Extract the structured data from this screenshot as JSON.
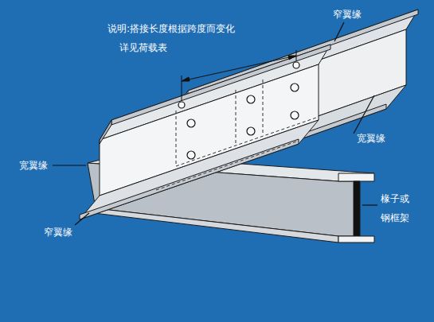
{
  "diagram": {
    "labels": [
      "说明:搭接长度根据跨度而变化",
      "详见荷载表",
      "窄翼缘",
      "宽翼缘",
      "宽翼缘",
      "窄翼缘",
      "椽子或 钢框架"
    ]
  }
}
